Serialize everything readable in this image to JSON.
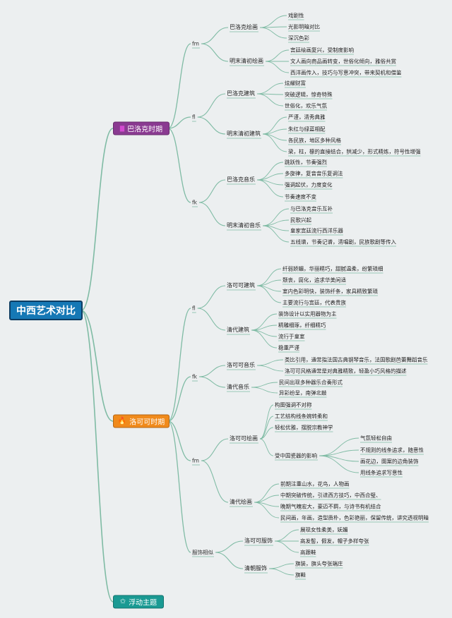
{
  "colors": {
    "background": "#eceff0",
    "root": "#1578b5",
    "link": "#7fbba4",
    "baroque": "#8a3a91",
    "rococo": "#f08a1b",
    "floating": "#1a9a93"
  },
  "root": {
    "label": "中西艺术对比"
  },
  "branches": [
    {
      "label": "巴洛克时期",
      "icon": "square-icon",
      "color": "#8a3a91",
      "groups": [
        {
          "label": "fm",
          "items": [
            {
              "label": "巴洛克绘画",
              "items": [
                "戏剧性",
                "光影明暗对比",
                "深沉色彩"
              ]
            },
            {
              "label": "明末清初绘画",
              "items": [
                "宫廷绘画复兴，受制度影响",
                "文人画向商品画转变，世俗化倾向，雅俗共赏",
                "西洋画传入，技巧与写意冲突，带来契机和借鉴"
              ]
            }
          ]
        },
        {
          "label": "fl",
          "items": [
            {
              "label": "巴洛克建筑",
              "items": [
                "炫耀财富",
                "突破逻辑，惊奇特殊",
                "世俗化，欢乐气氛"
              ]
            },
            {
              "label": "明末清初建筑",
              "items": [
                "严谨，清秀典雅",
                "朱红与绿蓝相配",
                "各民族，地区多种风格",
                "梁，柱，檩的直接结合，拱减少，形式精炼，符号性增强"
              ]
            }
          ]
        },
        {
          "label": "fk",
          "items": [
            {
              "label": "巴洛克音乐",
              "items": [
                "跳跃性，节奏强烈",
                "多旋律，复音音乐复调法",
                "强调起伏，力度变化",
                "节奏速度不变"
              ]
            },
            {
              "label": "明末清初音乐",
              "items": [
                "与巴洛克音乐互补",
                "民歌兴起",
                "皇家宫廷流行西洋乐器",
                "五线谱，节奏记谱，清唱剧，民族歌剧等传入"
              ]
            }
          ]
        }
      ]
    },
    {
      "label": "洛可可时期",
      "icon": "fire-icon",
      "color": "#f08a1b",
      "groups": [
        {
          "label": "fl",
          "items": [
            {
              "label": "洛可可建筑",
              "items": [
                "纤弱娇媚，华丽精巧，甜腻温柔，纷繁琐细",
                "颓丧，腐化，追求华美闲适",
                "室内色彩明快，装饰纤条，家具精致繁琐",
                "主要流行与宫廷，代表贵族"
              ]
            },
            {
              "label": "清代建筑",
              "items": [
                "装饰设计以实用器物为主",
                "精雕细琢，纤细精巧",
                "流行于皇室",
                "稳重严谨"
              ]
            }
          ]
        },
        {
          "label": "fk",
          "items": [
            {
              "label": "洛可可音乐",
              "items": [
                "类比引用，通常指法国古典钢琴音乐，法国歌剧芭蕾舞蹈音乐",
                "洛可可风格通常是对典雅精致，轻盈小巧风格的描述"
              ]
            },
            {
              "label": "清代音乐",
              "items": [
                "民间出现多种器乐合奏形式",
                "异彩纷呈，南弹北鼓"
              ]
            }
          ]
        },
        {
          "label": "fm",
          "items": [
            {
              "label": "洛可可绘画",
              "items": [
                "构图强调不对称",
                "工艺结构线条婉转柔和",
                "轻松优雅，摆脱宗教神学",
                {
                  "label": "受中国瓷器的影响",
                  "items": [
                    "气氛轻松自由",
                    "不规则的线条追求，随意性",
                    "画花边，图案的边角装饰",
                    "用线条追求写意性"
                  ]
                }
              ]
            },
            {
              "label": "清代绘画",
              "items": [
                "前期注重山水，花鸟，人物画",
                "中期突破传统，引进西方技巧，中西合璧、",
                "晚期气魄宏大，豪迈不羁，与诗书有机结合",
                "民间画，年画，造型质朴，色彩艳丽，保留传统，讲究透视明暗"
              ]
            }
          ]
        },
        {
          "label": "服饰相似",
          "items": [
            {
              "label": "洛可可服饰",
              "items": [
                "展现女性柔美，妩媚",
                "高发髻，假发，帽子多样夸张",
                "高跟鞋"
              ]
            },
            {
              "label": "清朝服饰",
              "items": [
                "旗装，旗头夸张端庄",
                "旗鞋"
              ]
            }
          ]
        }
      ]
    },
    {
      "label": "浮动主题",
      "icon": "star-icon",
      "color": "#1a9a93",
      "groups": []
    }
  ]
}
